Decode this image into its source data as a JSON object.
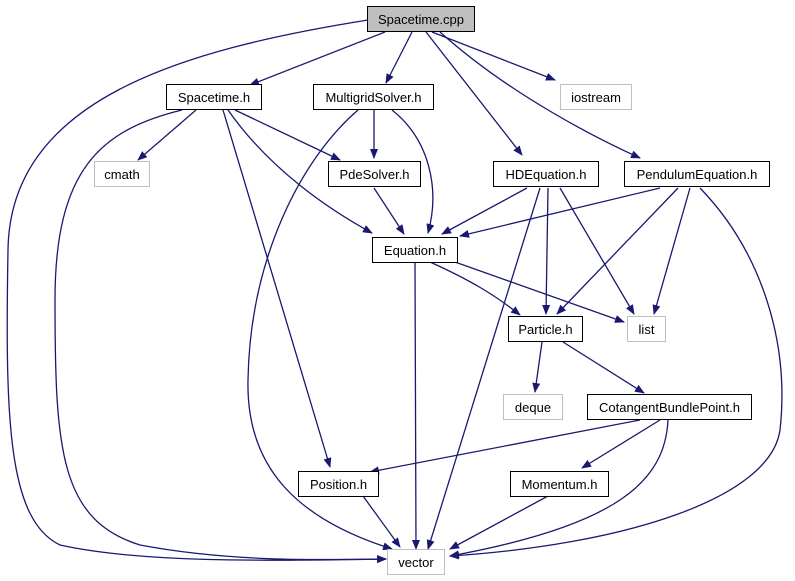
{
  "nodes": {
    "root": "Spacetime.cpp",
    "spacetime_h": "Spacetime.h",
    "multigrid_h": "MultigridSolver.h",
    "iostream": "iostream",
    "hdequation_h": "HDEquation.h",
    "pendulum_h": "PendulumEquation.h",
    "cmath": "cmath",
    "pdesolver_h": "PdeSolver.h",
    "equation_h": "Equation.h",
    "particle_h": "Particle.h",
    "list": "list",
    "deque": "deque",
    "cotangent_h": "CotangentBundlePoint.h",
    "position_h": "Position.h",
    "momentum_h": "Momentum.h",
    "vector": "vector"
  },
  "colors": {
    "edge": "#191970",
    "root_fill": "#bfbfbf",
    "system_border": "#bfbfbf"
  }
}
